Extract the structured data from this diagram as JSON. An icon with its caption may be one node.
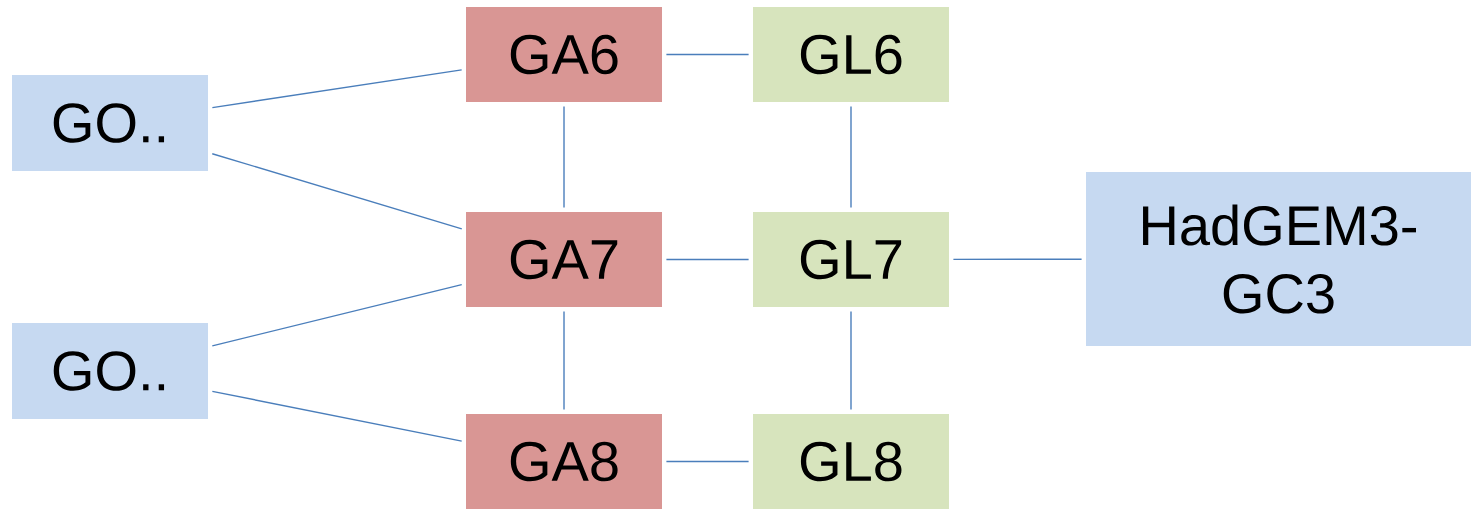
{
  "diagram": {
    "nodes": [
      {
        "text": [
          "GO.."
        ]
      },
      {
        "text": [
          "GO.."
        ]
      },
      {
        "text": [
          "GA6"
        ]
      },
      {
        "text": [
          "GL6"
        ]
      },
      {
        "text": [
          "GA7"
        ]
      },
      {
        "text": [
          "GL7"
        ]
      },
      {
        "text": [
          "HadGEM3-GC3"
        ]
      },
      {
        "text": [
          "GA8"
        ]
      },
      {
        "text": [
          "GL8"
        ]
      }
    ],
    "edges": [
      {
        "from": 0,
        "to": 2,
        "arrow": "none"
      },
      {
        "from": 0,
        "to": 4,
        "arrow": "none"
      },
      {
        "from": 1,
        "to": 4,
        "arrow": "none"
      },
      {
        "from": 1,
        "to": 7,
        "arrow": "none"
      },
      {
        "from": 2,
        "to": 3,
        "arrow": "none"
      },
      {
        "from": 2,
        "to": 4,
        "arrow": "none"
      },
      {
        "from": 3,
        "to": 5,
        "arrow": "none"
      },
      {
        "from": 4,
        "to": 5,
        "arrow": "none"
      },
      {
        "from": 4,
        "to": 7,
        "arrow": "none"
      },
      {
        "from": 5,
        "to": 6,
        "arrow": "none"
      },
      {
        "from": 5,
        "to": 8,
        "arrow": "none"
      },
      {
        "from": 7,
        "to": 8,
        "arrow": "none"
      }
    ]
  }
}
